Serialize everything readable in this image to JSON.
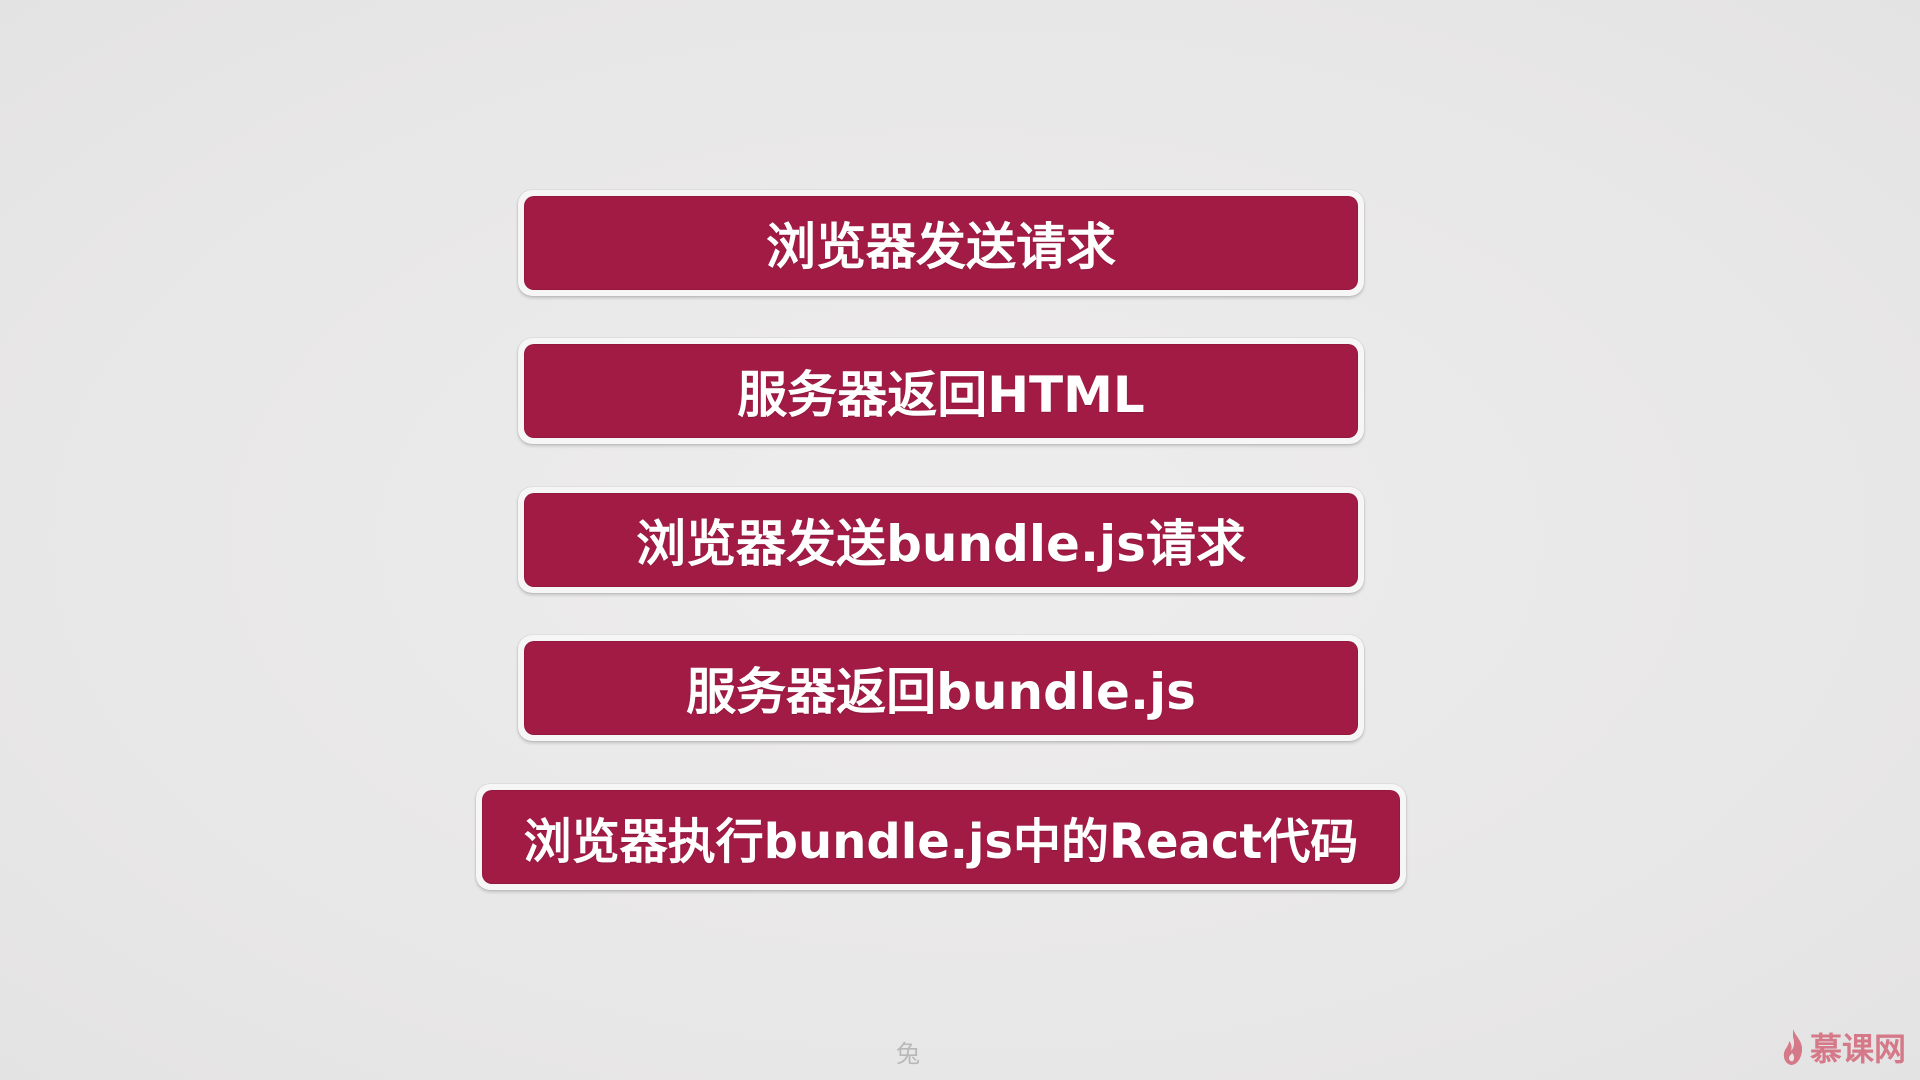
{
  "steps": [
    {
      "label": "浏览器发送请求"
    },
    {
      "label": "服务器返回HTML"
    },
    {
      "label": "浏览器发送bundle.js请求"
    },
    {
      "label": "服务器返回bundle.js"
    },
    {
      "label": "浏览器执行bundle.js中的React代码"
    }
  ],
  "footer": {
    "mark": "兔"
  },
  "brand": {
    "text": "慕课网",
    "icon": "flame-icon"
  },
  "colors": {
    "background": "#eae9e9",
    "step_fill": "#a21b45",
    "step_border": "#f7f6f6",
    "step_text": "#ffffff",
    "brand": "#c9233f"
  }
}
